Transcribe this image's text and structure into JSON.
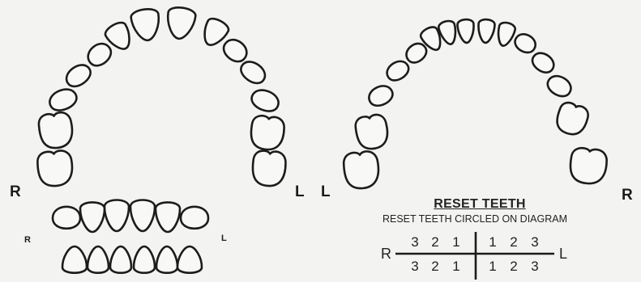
{
  "labels": {
    "upper_right": "R",
    "upper_left": "L",
    "lower_left": "L",
    "lower_right": "R",
    "front_right": "R",
    "front_left": "L"
  },
  "reset": {
    "title": "RESET TEETH",
    "subtitle": "RESET TEETH CIRCLED ON DIAGRAM",
    "right": "R",
    "left": "L",
    "upper_right_numbers": [
      "3",
      "2",
      "1"
    ],
    "upper_left_numbers": [
      "1",
      "2",
      "3"
    ],
    "lower_right_numbers": [
      "3",
      "2",
      "1"
    ],
    "lower_left_numbers": [
      "1",
      "2",
      "3"
    ]
  },
  "colors": {
    "ink": "#1c1c1c",
    "paper": "#f3f3f1"
  }
}
